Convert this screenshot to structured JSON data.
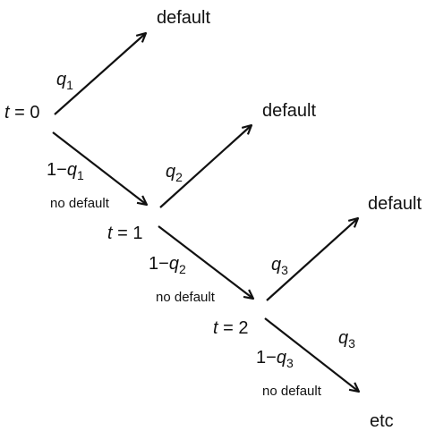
{
  "outcomes": {
    "default": "default",
    "no_default": "no default",
    "etc": "etc"
  },
  "times": [
    {
      "var": "t",
      "eq": "=",
      "value": "0"
    },
    {
      "var": "t",
      "eq": "=",
      "value": "1"
    },
    {
      "var": "t",
      "eq": "=",
      "value": "2"
    }
  ],
  "probabilities": {
    "q_symbol": "q",
    "one_minus": "1−",
    "indices": [
      "1",
      "2",
      "3"
    ],
    "after_t2_label_index": "3"
  },
  "colors": {
    "ink": "#111111",
    "background": "#ffffff"
  }
}
